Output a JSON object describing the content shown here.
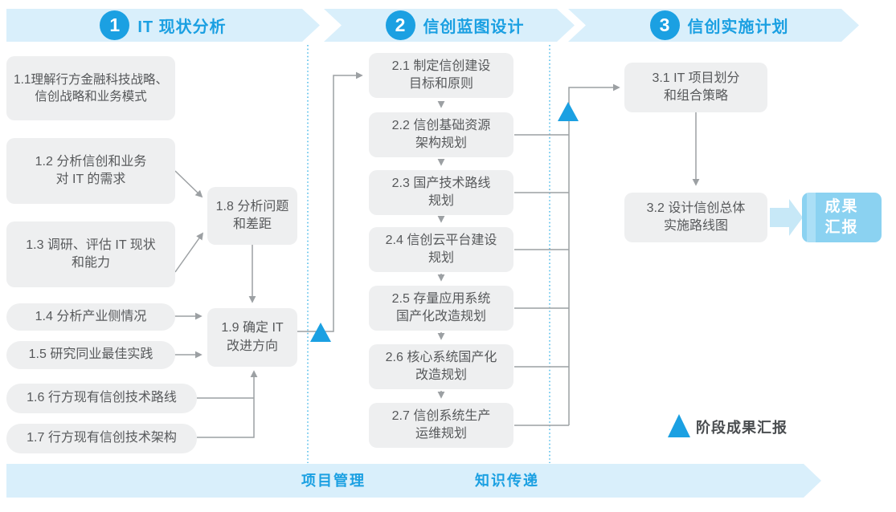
{
  "phases": [
    {
      "number": "1",
      "title": "IT 现状分析"
    },
    {
      "number": "2",
      "title": "信创蓝图设计"
    },
    {
      "number": "3",
      "title": "信创实施计划"
    }
  ],
  "boxes": {
    "b11": {
      "l1": "1.1理解行方金融科技战略、",
      "l2": "信创战略和业务模式"
    },
    "b12": {
      "l1": "1.2 分析信创和业务",
      "l2": "对 IT 的需求"
    },
    "b13": {
      "l1": "1.3 调研、评估 IT 现状",
      "l2": "和能力"
    },
    "b14": {
      "l1": "1.4 分析产业侧情况"
    },
    "b15": {
      "l1": "1.5 研究同业最佳实践"
    },
    "b16": {
      "l1": "1.6 行方现有信创技术路线"
    },
    "b17": {
      "l1": "1.7 行方现有信创技术架构"
    },
    "b18": {
      "l1": "1.8 分析问题",
      "l2": "和差距"
    },
    "b19": {
      "l1": "1.9 确定 IT",
      "l2": "改进方向"
    },
    "b21": {
      "l1": "2.1 制定信创建设",
      "l2": "目标和原则"
    },
    "b22": {
      "l1": "2.2 信创基础资源",
      "l2": "架构规划"
    },
    "b23": {
      "l1": "2.3 国产技术路线",
      "l2": "规划"
    },
    "b24": {
      "l1": "2.4 信创云平台建设",
      "l2": "规划"
    },
    "b25": {
      "l1": "2.5 存量应用系统",
      "l2": "国产化改造规划"
    },
    "b26": {
      "l1": "2.6 核心系统国产化",
      "l2": "改造规划"
    },
    "b27": {
      "l1": "2.7 信创系统生产",
      "l2": "运维规划"
    },
    "b31": {
      "l1": "3.1 IT 项目划分",
      "l2": "和组合策略"
    },
    "b32": {
      "l1": "3.2 设计信创总体",
      "l2": "实施路线图"
    }
  },
  "report_box": {
    "l1": "成果",
    "l2": "汇报"
  },
  "legend": {
    "label": "阶段成果汇报"
  },
  "bottom_banner": {
    "left_label": "项目管理",
    "right_label": "知识传递"
  },
  "colors": {
    "accent_blue": "#1BA0E2",
    "banner_bg": "#D9EFFB",
    "box_bg": "#EEEFF0",
    "box_text": "#57595B",
    "line_gray": "#9CA0A3",
    "report_bg": "#8BD2F1",
    "big_arrow": "#C7E8F7",
    "dashed_divider": "#3FB6E8"
  }
}
